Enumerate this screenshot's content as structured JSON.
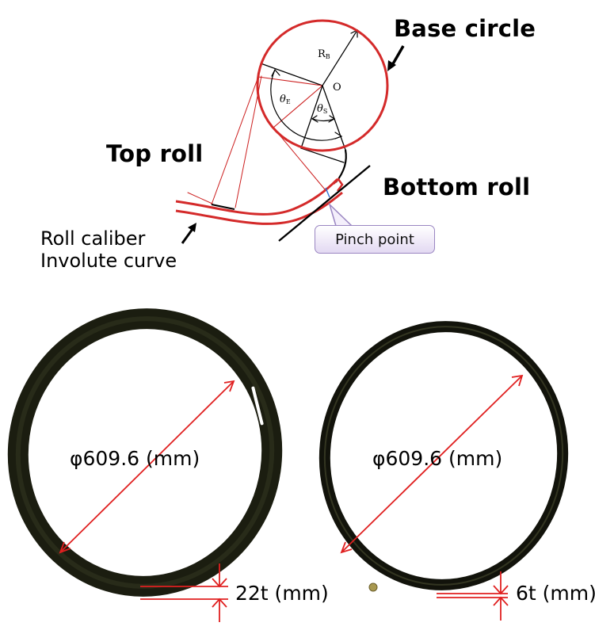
{
  "diagram": {
    "labels": {
      "base_circle": "Base circle",
      "top_roll": "Top roll",
      "bottom_roll": "Bottom roll",
      "roll_caliber_line1": "Roll caliber",
      "roll_caliber_line2": "Involute curve",
      "pinch_point": "Pinch point",
      "radius_symbol": "R",
      "radius_subscript": "B",
      "origin": "O",
      "theta_e": "θ",
      "theta_e_sub": "E",
      "theta_s": "θ",
      "theta_s_sub": "S"
    },
    "colors": {
      "base_circle": "#d42a2a",
      "roll_caliber": "#d42a2a",
      "construction_red": "#cc1f1f",
      "construction_black": "#000000",
      "pinch_marker_blue": "#2a6fd4",
      "callout_border": "#9a86c2",
      "callout_fill": "#e3d9f2"
    }
  },
  "rings": [
    {
      "name": "thick-ring",
      "diameter_label": "φ609.6 (mm)",
      "thickness_label": "22t (mm)",
      "diameter_mm": 609.6,
      "thickness_mm": 22
    },
    {
      "name": "thin-ring",
      "diameter_label": "φ609.6 (mm)",
      "thickness_label": "6t (mm)",
      "diameter_mm": 609.6,
      "thickness_mm": 6
    }
  ],
  "annotation_color": "#e02020"
}
